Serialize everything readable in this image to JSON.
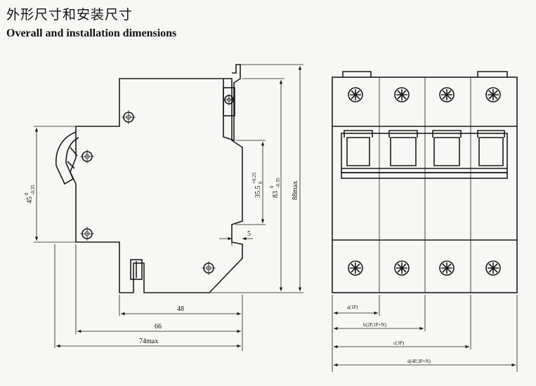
{
  "header": {
    "title_cn": "外形尺寸和安装尺寸",
    "title_en": "Overall and installation dimensions"
  },
  "side_view": {
    "dim_48": "48",
    "dim_66": "66",
    "dim_74": "74max",
    "dim_5": "5",
    "dim_45": "45",
    "dim_45_tol_upper": "0",
    "dim_45_tol_lower": "-0.35",
    "dim_35_5": "35.5",
    "dim_35_5_tol_upper": "+0.25",
    "dim_35_5_tol_lower": "0",
    "dim_83": "83",
    "dim_83_tol_upper": "0",
    "dim_83_tol_lower": "-0.35",
    "dim_88": "88max"
  },
  "front_view": {
    "dim_a": "a(1P)",
    "dim_b": "b(2P,1P+N)",
    "dim_c": "c(3P)",
    "dim_d": "d(4P,3P+N)"
  },
  "colors": {
    "line": "#1a1a1a",
    "paper": "#f7f7f5"
  }
}
